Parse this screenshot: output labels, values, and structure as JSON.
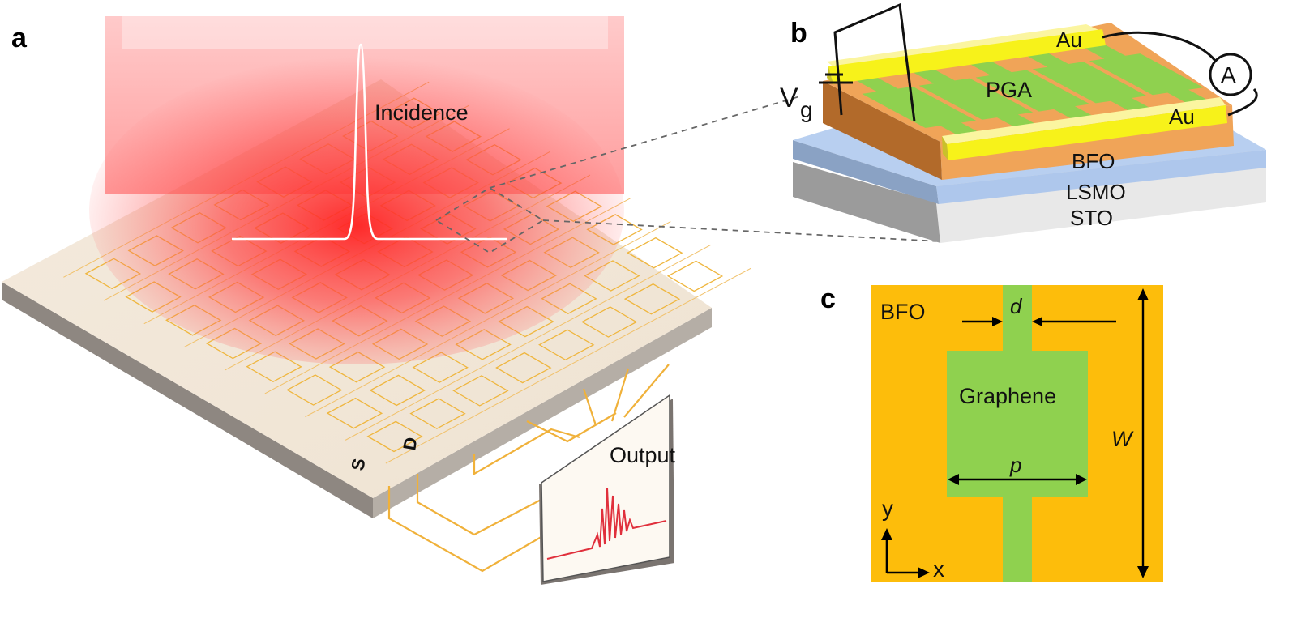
{
  "figure": {
    "panel_a": {
      "label": "a",
      "incidence_label": "Incidence",
      "output_label": "Output",
      "source_label": "S",
      "drain_label": "D",
      "colors": {
        "beam": "#ff2a2a",
        "substrate_top": "#f6ecdf",
        "wires": "#f0b13a",
        "output_signal": "#e0303c"
      }
    },
    "panel_b": {
      "label": "b",
      "electrode_top_label": "Au",
      "electrode_bottom_label": "Au",
      "pga_label": "PGA",
      "bfo_label": "BFO",
      "lsmo_label": "LSMO",
      "sto_label": "STO",
      "gate_label_v": "V",
      "gate_label_g": "g",
      "ammeter_label": "A",
      "colors": {
        "gold": "#f7f21a",
        "bfo": "#f0a458",
        "graphene": "#8fd14f",
        "lsmo": "#aec7ec",
        "sto": "#e6e6e6"
      }
    },
    "panel_c": {
      "label": "c",
      "bfo_label": "BFO",
      "graphene_label": "Graphene",
      "d_label": "d",
      "p_label": "p",
      "w_label": "W",
      "axis_y": "y",
      "axis_x": "x",
      "colors": {
        "bfo": "#fdbd0b",
        "graphene": "#8fd14f"
      }
    }
  }
}
